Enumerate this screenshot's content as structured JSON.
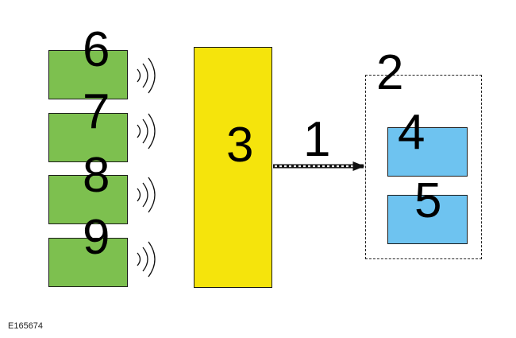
{
  "labels": {
    "transmitter_left_1": "6",
    "transmitter_left_2": "7",
    "transmitter_left_3": "8",
    "transmitter_left_4": "9",
    "center_unit": "3",
    "link": "1",
    "receiver_group": "2",
    "receiver_top": "4",
    "receiver_bottom": "5"
  },
  "figure_code": "E165674",
  "colors": {
    "green": "#7dc04f",
    "yellow": "#f5e40c",
    "blue": "#6ec3f0",
    "stroke": "#1a1a1a"
  }
}
